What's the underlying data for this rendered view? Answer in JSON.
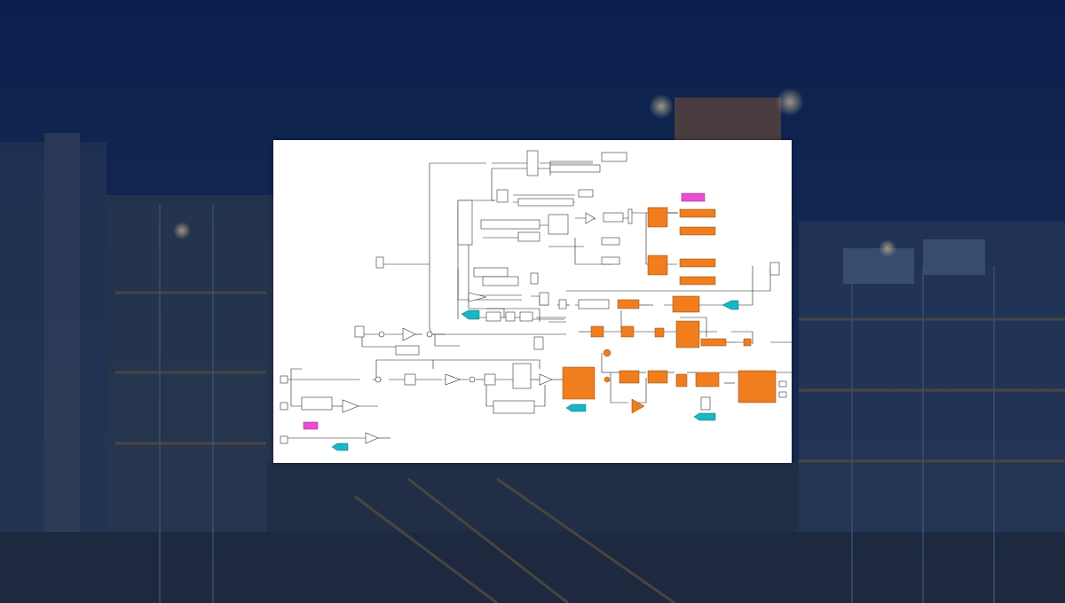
{
  "colors": {
    "background_navy": "#0f2550",
    "block_orange": "#f07d1e",
    "block_cyan": "#19b6c4",
    "block_magenta": "#e94fd0",
    "canvas_white": "#ffffff",
    "line_black": "#222222"
  },
  "diagram": {
    "type": "simulink-block-diagram",
    "block_fills": [
      "white",
      "orange",
      "cyan",
      "magenta"
    ]
  }
}
